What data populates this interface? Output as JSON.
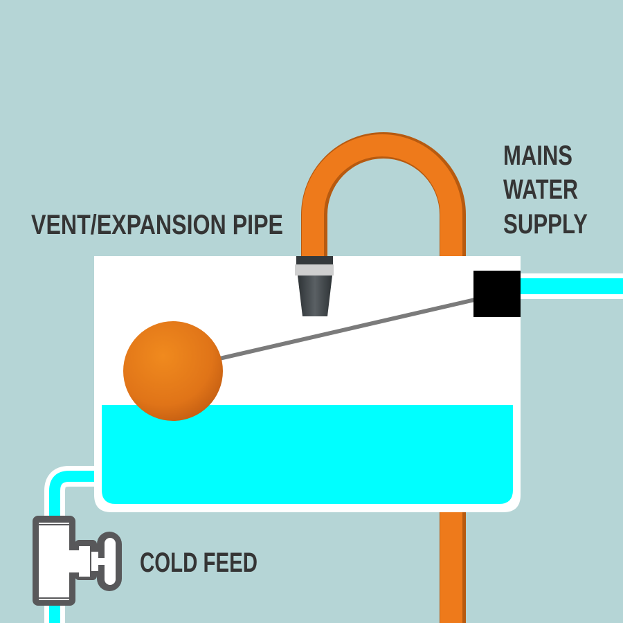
{
  "labels": {
    "vent_pipe": "VENT/EXPANSION PIPE",
    "mains_line1": "MAINS",
    "mains_line2": "WATER",
    "mains_line3": "SUPPLY",
    "cold_feed": "COLD FEED"
  },
  "colors": {
    "background": "#b5d5d6",
    "water": "#00ffff",
    "pipe_orange": "#ee7a1b",
    "tank": "#ffffff",
    "text": "#353535",
    "valve_outline": "#58585a"
  }
}
